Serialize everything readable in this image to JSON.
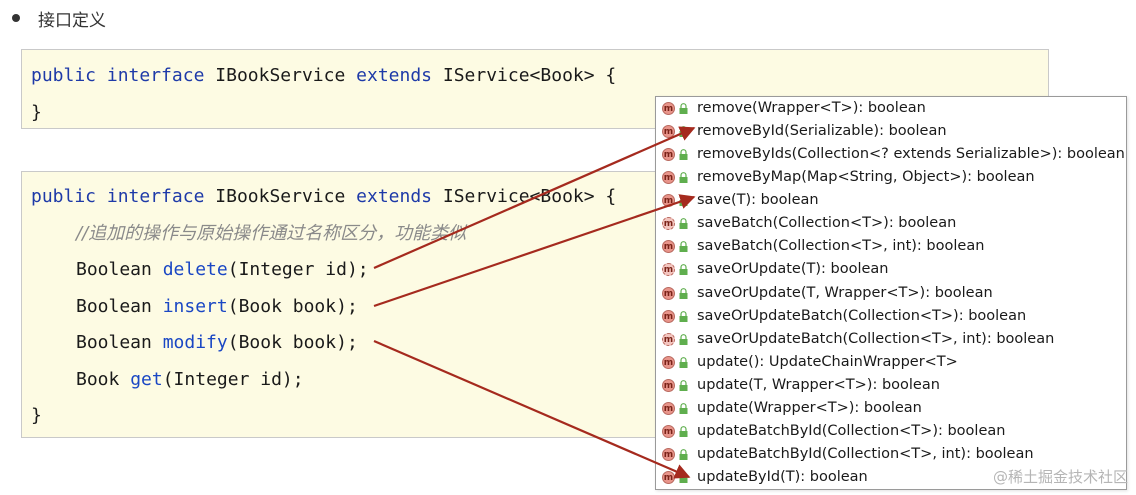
{
  "section_title": "接口定义",
  "code_block_1": {
    "line1": {
      "kw1": "public",
      "kw2": "interface",
      "name": "IBookService",
      "kw3": "extends",
      "rest": "IService<Book> {"
    },
    "line2": "}"
  },
  "code_block_2": {
    "line1": {
      "kw1": "public",
      "kw2": "interface",
      "name": "IBookService",
      "kw3": "extends",
      "rest": "IService<Book> {"
    },
    "comment": "//追加的操作与原始操作通过名称区分，功能类似",
    "methods": [
      {
        "ret": "Boolean",
        "name": "delete",
        "params": "(Integer id);"
      },
      {
        "ret": "Boolean",
        "name": "insert",
        "params": "(Book book);"
      },
      {
        "ret": "Boolean",
        "name": "modify",
        "params": "(Book book);"
      },
      {
        "ret": "Book",
        "name": "get",
        "params": "(Integer id);"
      }
    ],
    "close": "}"
  },
  "popup": {
    "icon_letter": "m",
    "items": [
      {
        "label": "remove(Wrapper<T>): boolean"
      },
      {
        "label": "removeById(Serializable): boolean"
      },
      {
        "label": "removeByIds(Collection<? extends Serializable>): boolean"
      },
      {
        "label": "removeByMap(Map<String, Object>): boolean"
      },
      {
        "label": "save(T): boolean"
      },
      {
        "label": "saveBatch(Collection<T>): boolean"
      },
      {
        "label": "saveBatch(Collection<T>, int): boolean"
      },
      {
        "label": "saveOrUpdate(T): boolean"
      },
      {
        "label": "saveOrUpdate(T, Wrapper<T>): boolean"
      },
      {
        "label": "saveOrUpdateBatch(Collection<T>): boolean"
      },
      {
        "label": "saveOrUpdateBatch(Collection<T>, int): boolean"
      },
      {
        "label": "update(): UpdateChainWrapper<T>"
      },
      {
        "label": "update(T, Wrapper<T>): boolean"
      },
      {
        "label": "update(Wrapper<T>): boolean"
      },
      {
        "label": "updateBatchById(Collection<T>): boolean"
      },
      {
        "label": "updateBatchById(Collection<T>, int): boolean"
      },
      {
        "label": "updateById(T): boolean"
      }
    ]
  },
  "watermark": "@稀土掘金技术社区",
  "colors": {
    "arrow": "#a52a1e",
    "code_bg": "#fdfbe3",
    "keyword": "#1e3aa8",
    "method_icon": "#e8948a",
    "lock_icon": "#5fae4e"
  }
}
